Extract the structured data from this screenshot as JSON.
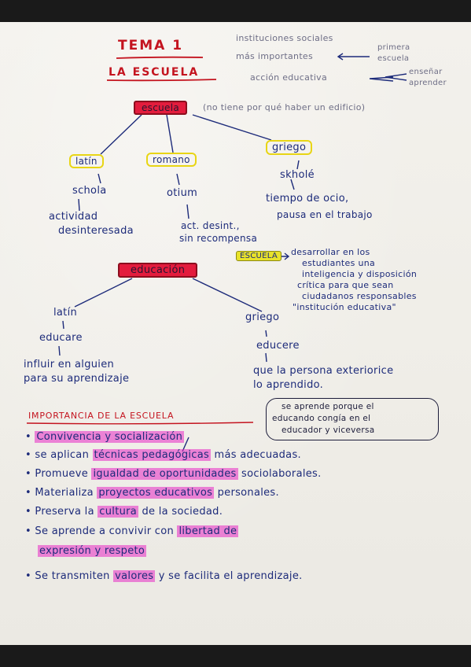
{
  "header": {
    "tema": "TEMA 1",
    "la_escuela": "LA ESCUELA",
    "inst_line1": "instituciones sociales",
    "inst_line2": "más importantes",
    "primera": "primera",
    "escuela_small": "escuela",
    "accion": "acción educativa",
    "ensenar": "enseñar",
    "aprender": "aprender"
  },
  "escuela_map": {
    "root": "escuela",
    "root_note": "(no tiene por qué haber un edificio)",
    "latin_label": "latín",
    "latin_word": "schola",
    "latin_meaning1": "actividad",
    "latin_meaning2": "desinteresada",
    "romano_label": "romano",
    "romano_word": "otium",
    "romano_meaning1": "act. desint.,",
    "romano_meaning2": "sin recompensa",
    "griego_label": "griego",
    "griego_word": "skholé",
    "griego_meaning1": "tiempo de ocio,",
    "griego_meaning2": "pausa en el trabajo"
  },
  "escuela_def": {
    "tag": "ESCUELA",
    "lines": [
      "desarrollar en los",
      "estudiantes una",
      "inteligencia y disposición",
      "crítica para que sean",
      "ciudadanos responsables",
      "\"institución educativa\""
    ]
  },
  "educacion_map": {
    "root": "educación",
    "latin_label": "latín",
    "latin_word": "educare",
    "latin_meaning1": "influir en alguien",
    "latin_meaning2": "para su aprendizaje",
    "griego_label": "griego",
    "griego_word": "educere",
    "griego_meaning1": "que la persona exteriorice",
    "griego_meaning2": "lo aprendido."
  },
  "importancia": {
    "heading": "IMPORTANCIA DE LA ESCUELA",
    "cloud_line1": "se aprende porque el",
    "cloud_line2": "educando congía en el",
    "cloud_line3": "educador y viceversa",
    "items": [
      {
        "a": "",
        "hl": "Convivencia y socialización",
        "b": ""
      },
      {
        "a": "se aplican ",
        "hl": "técnicas pedagógicas",
        "b": " más adecuadas."
      },
      {
        "a": "Promueve ",
        "hl": "igualdad de oportunidades",
        "b": " sociolaborales."
      },
      {
        "a": "Materializa ",
        "hl": "proyectos educativos",
        "b": " personales."
      },
      {
        "a": "Preserva la ",
        "hl": "cultura",
        "b": " de la sociedad."
      },
      {
        "a": "Se aprende a convivir con ",
        "hl": "libertad de",
        "b": ""
      },
      {
        "a": "",
        "hl": "expresión y respeto",
        "b": ""
      },
      {
        "a": "Se transmiten ",
        "hl": "valores",
        "b": " y se facilita el aprendizaje."
      }
    ]
  },
  "colors": {
    "ink": "#24318a",
    "red": "#e31c3d",
    "yellow": "#e8d515",
    "highlight": "#e828c4"
  }
}
